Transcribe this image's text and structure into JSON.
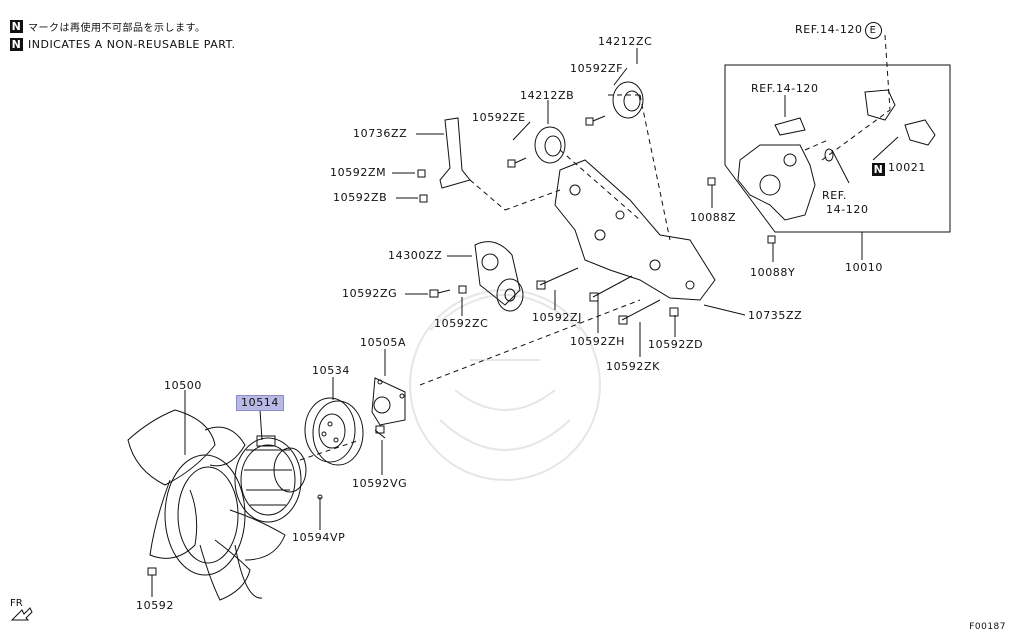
{
  "legend": {
    "marker": "N",
    "line1": "マークは再使用不可部品を示します。",
    "line2": "INDICATES A NON-REUSABLE PART."
  },
  "labels": {
    "ref_top": "REF.14-120",
    "ref_top_circle": "E",
    "ref_inner1": "REF.14-120",
    "ref_inner2_a": "REF.",
    "ref_inner2_b": "14-120",
    "p14212ZC": "14212ZC",
    "p10592ZF": "10592ZF",
    "p14212ZB": "14212ZB",
    "p10592ZE": "10592ZE",
    "p10736ZZ": "10736ZZ",
    "p10592ZM": "10592ZM",
    "p10592ZB": "10592ZB",
    "p10021": "10021",
    "p10088Z": "10088Z",
    "p10088Y": "10088Y",
    "p10010": "10010",
    "p14300ZZ": "14300ZZ",
    "p10592ZG": "10592ZG",
    "p10592ZC": "10592ZC",
    "p10592ZJ": "10592ZJ",
    "p10735ZZ": "10735ZZ",
    "p10592ZH": "10592ZH",
    "p10592ZD": "10592ZD",
    "p10592ZK": "10592ZK",
    "p10505A": "10505A",
    "p10534": "10534",
    "p10500": "10500",
    "p10514": "10514",
    "p10592VG": "10592VG",
    "p10594VP": "10594VP",
    "p10592": "10592"
  },
  "direction_label": "FR",
  "figure_code": "F00187",
  "highlight_color": "#b9b9e6"
}
